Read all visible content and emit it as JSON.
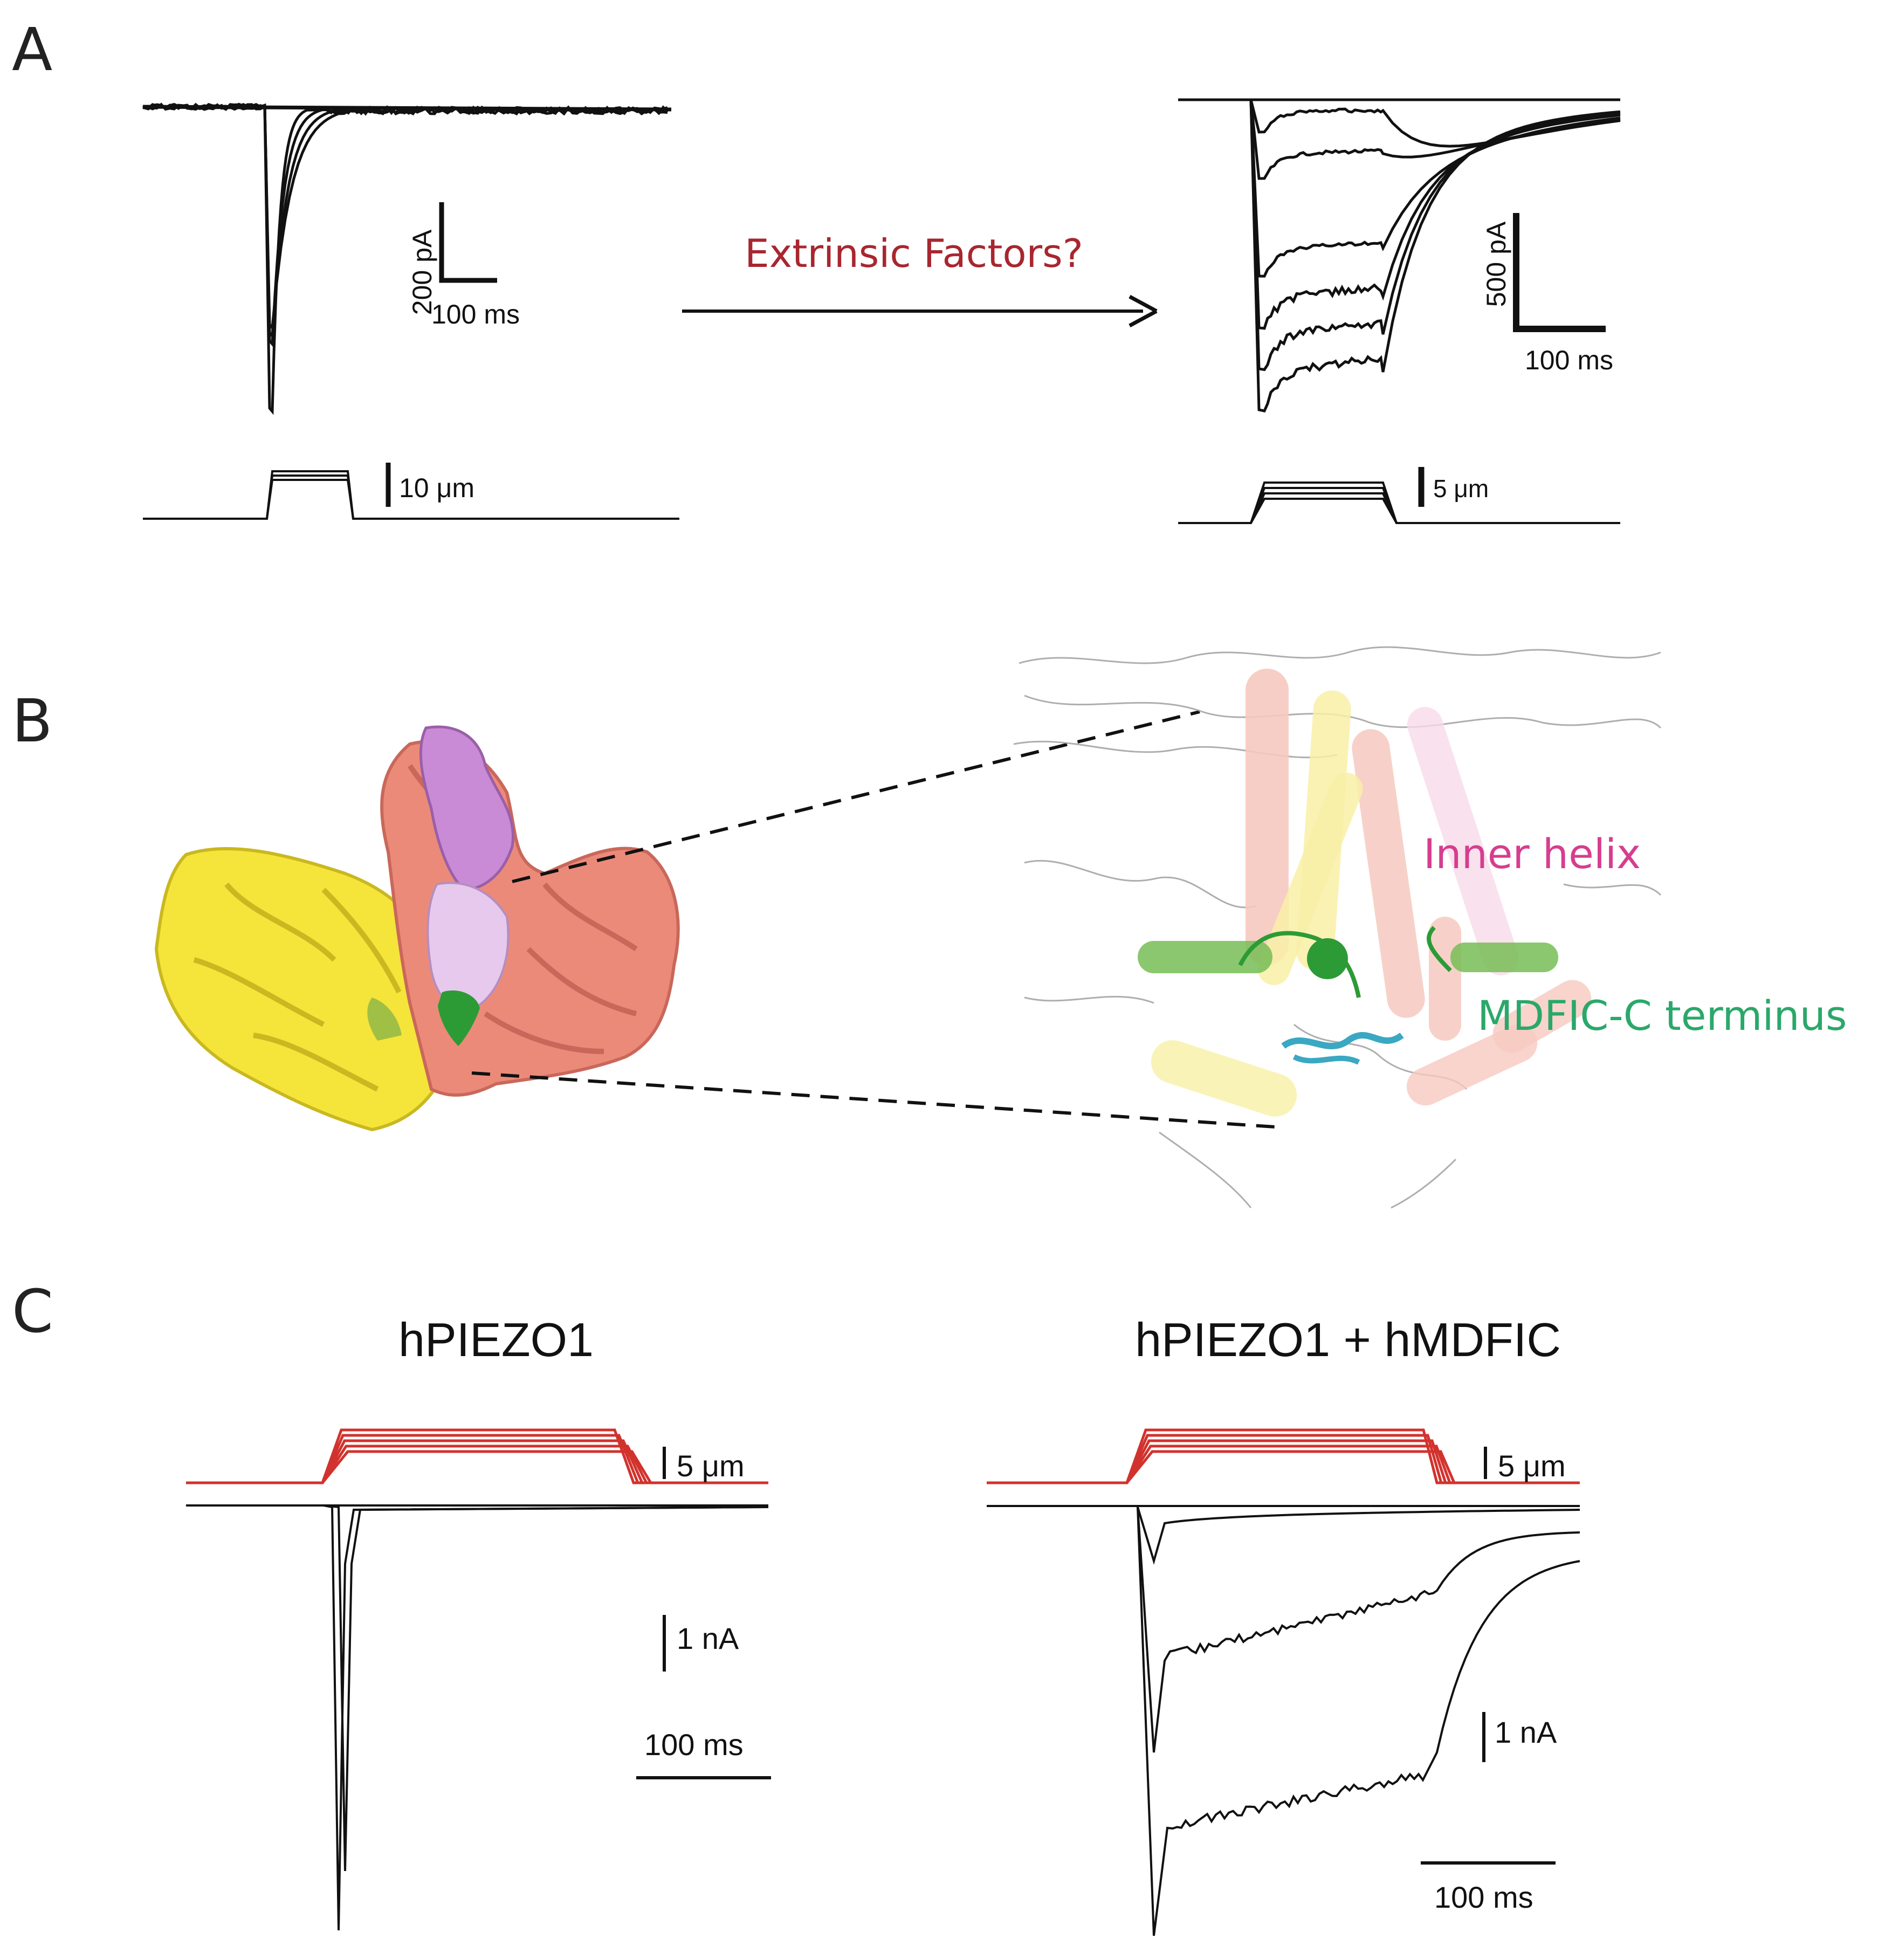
{
  "panels": {
    "A": {
      "label": "A",
      "left_scale": {
        "y": "200 pA",
        "x": "100 ms",
        "stim": "10 μm"
      },
      "right_scale": {
        "y": "500 pA",
        "x": "100 ms",
        "stim": "5 μm"
      },
      "arrow_text": "Extrinsic Factors?"
    },
    "B": {
      "label": "B",
      "inner_helix": "Inner helix",
      "mdfic": "MDFIC-C terminus"
    },
    "C": {
      "label": "C",
      "left_title": "hPIEZO1",
      "right_title": "hPIEZO1 + hMDFIC",
      "left_stim": "5 μm",
      "left_current": "1 nA",
      "left_time": "100 ms",
      "right_stim": "5 μm",
      "right_current": "1 nA",
      "right_time": "100 ms"
    }
  },
  "colors": {
    "trace": "#111111",
    "stim_red": "#d2322d",
    "extrinsic": "#a8262f",
    "inner_helix": "#d63d8f",
    "mdfic": "#2aa86a",
    "yellow": "#f5e43a",
    "salmon": "#ec8a7a",
    "violet": "#c98ad6",
    "lavender": "#e7c9ee",
    "green": "#2c9b36",
    "cyan": "#3aa8c2"
  }
}
